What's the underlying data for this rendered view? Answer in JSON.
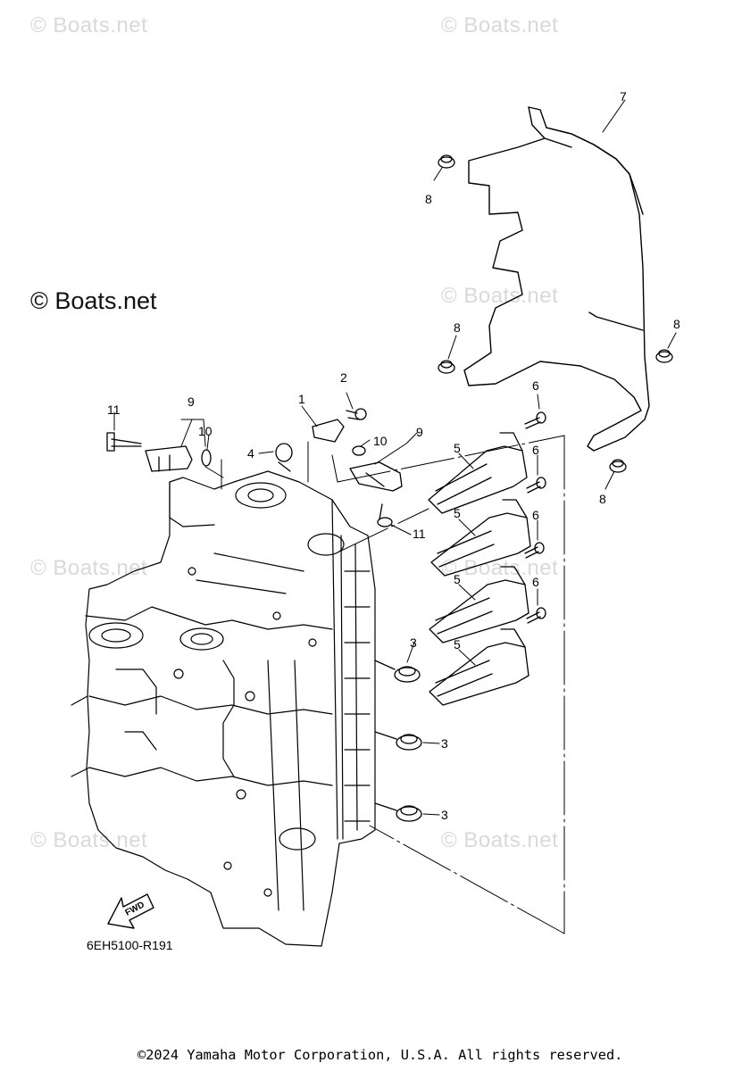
{
  "watermarks": {
    "faint": [
      "© Boats.net",
      "© Boats.net",
      "© Boats.net",
      "© Boats.net",
      "© Boats.net",
      "© Boats.net",
      "© Boats.net"
    ],
    "dark": "© Boats.net"
  },
  "callouts": {
    "c1": "1",
    "c2": "2",
    "c3a": "3",
    "c3b": "3",
    "c3c": "3",
    "c4": "4",
    "c5a": "5",
    "c5b": "5",
    "c5c": "5",
    "c5d": "5",
    "c6a": "6",
    "c6b": "6",
    "c6c": "6",
    "c6d": "6",
    "c7": "7",
    "c8a": "8",
    "c8b": "8",
    "c8c": "8",
    "c8d": "8",
    "c9a": "9",
    "c9b": "9",
    "c10a": "10",
    "c10b": "10",
    "c11a": "11",
    "c11b": "11"
  },
  "fwd_label": "FWD",
  "diagram_code": "6EH5100-R191",
  "copyright": "©2024 Yamaha Motor Corporation, U.S.A. All rights reserved."
}
